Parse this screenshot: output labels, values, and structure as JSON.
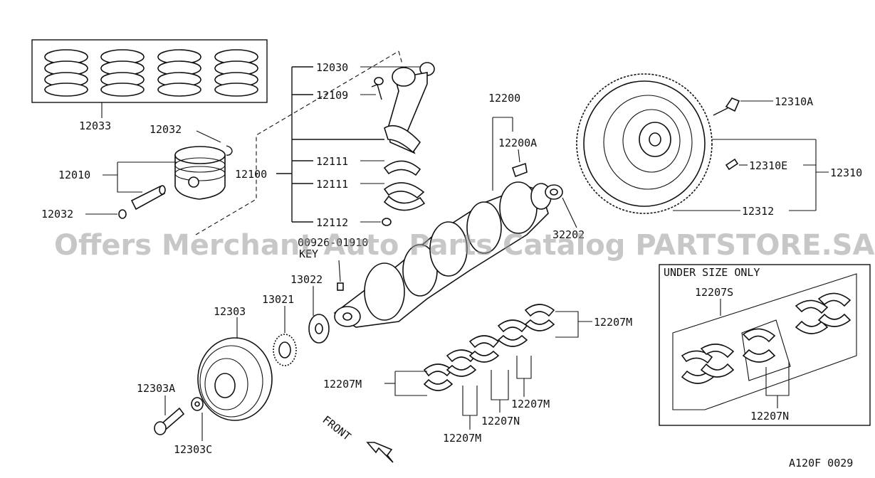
{
  "labels": {
    "p12033": "12033",
    "p12032a": "12032",
    "p12010": "12010",
    "p12032b": "12032",
    "p12030": "12030",
    "p12109": "12109",
    "p12100": "12100",
    "p12111a": "12111",
    "p12111b": "12111",
    "p12112": "12112",
    "p00926": "00926-01910",
    "key": "KEY",
    "p13022": "13022",
    "p13021": "13021",
    "p12303": "12303",
    "p12303a": "12303A",
    "p12303c": "12303C",
    "p12200": "12200",
    "p12200a": "12200A",
    "p32202": "32202",
    "p12310a": "12310A",
    "p12310e": "12310E",
    "p12310": "12310",
    "p12312": "12312",
    "p12207m1": "12207M",
    "p12207m2": "12207M",
    "p12207m3": "12207M",
    "p12207m4": "12207M",
    "p12207n1": "12207N",
    "p12207s": "12207S",
    "p12207n2": "12207N",
    "front": "FRONT",
    "code": "A120F 0029"
  },
  "undersize_box": {
    "title": "UNDER SIZE ONLY"
  },
  "watermark": "Offers Merchant Auto Parts Catalog PARTSTORE.SA"
}
